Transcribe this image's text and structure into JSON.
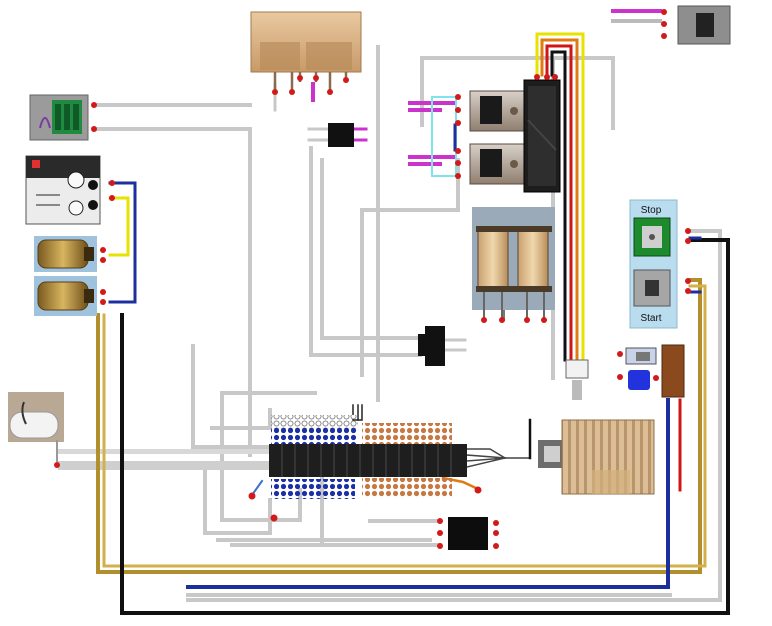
{
  "panel": {
    "stop_label": "Stop",
    "start_label": "Start"
  },
  "colors": {
    "wire_grey": "#c8c8c8",
    "wire_blue": "#1c2f9c",
    "wire_black": "#101010",
    "wire_yellow": "#e8e200",
    "wire_gold": "#b8952e",
    "wire_red": "#d01515",
    "wire_orange": "#e07a12",
    "wire_magenta": "#cc33cc",
    "wire_cyan": "#7fe3e8",
    "terminal_red": "#d31a1a",
    "switch_panel": "#b9dcee",
    "stop_button_green": "#1d8a2e",
    "start_button_grey": "#9a9a9a",
    "led_blue": "#2233dd",
    "terminal_block_brown": "#8a4a1e"
  },
  "components": [
    {
      "name": "wooden-block",
      "icon": "wood-block-icon"
    },
    {
      "name": "relay-module-top-right",
      "icon": "relay-icon"
    },
    {
      "name": "green-connector",
      "icon": "connector-icon"
    },
    {
      "name": "power-supply-panel",
      "icon": "power-supply-icon"
    },
    {
      "name": "brass-terminal-upper",
      "icon": "brass-terminal-icon"
    },
    {
      "name": "brass-terminal-lower",
      "icon": "brass-terminal-icon"
    },
    {
      "name": "black-ic-chip",
      "icon": "chip-icon"
    },
    {
      "name": "voltage-regulator-upper",
      "icon": "transistor-icon"
    },
    {
      "name": "voltage-regulator-lower",
      "icon": "transistor-icon"
    },
    {
      "name": "cooling-fan",
      "icon": "fan-icon"
    },
    {
      "name": "transformer",
      "icon": "transformer-icon"
    },
    {
      "name": "stop-start-switch-panel",
      "icon": "push-button-icon"
    },
    {
      "name": "three-pin-connector",
      "icon": "connector-icon"
    },
    {
      "name": "led-terminal-block",
      "icon": "led-icon"
    },
    {
      "name": "white-probe",
      "icon": "probe-icon"
    },
    {
      "name": "perf-board",
      "icon": "breadboard-icon"
    },
    {
      "name": "copper-coil-spool",
      "icon": "coil-icon"
    },
    {
      "name": "plug-connector",
      "icon": "plug-icon"
    },
    {
      "name": "bottom-ic",
      "icon": "chip-icon"
    }
  ]
}
